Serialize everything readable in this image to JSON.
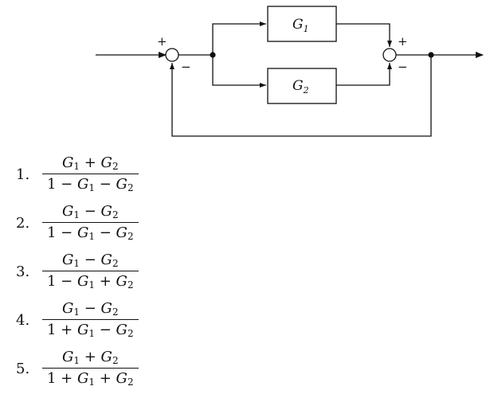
{
  "diagram": {
    "block_top": "G1",
    "block_bottom": "G2",
    "sum1_plus": "+",
    "sum1_minus": "−",
    "sum2_plus": "+",
    "sum2_minus": "−"
  },
  "options": [
    {
      "number": "1.",
      "numerator": "G1 + G2",
      "denominator": "1 − G1 − G2"
    },
    {
      "number": "2.",
      "numerator": "G1 − G2",
      "denominator": "1 − G1 − G2"
    },
    {
      "number": "3.",
      "numerator": "G1 − G2",
      "denominator": "1 − G1 + G2"
    },
    {
      "number": "4.",
      "numerator": "G1 − G2",
      "denominator": "1 + G1 − G2"
    },
    {
      "number": "5.",
      "numerator": "G1 + G2",
      "denominator": "1 + G1 + G2"
    }
  ]
}
